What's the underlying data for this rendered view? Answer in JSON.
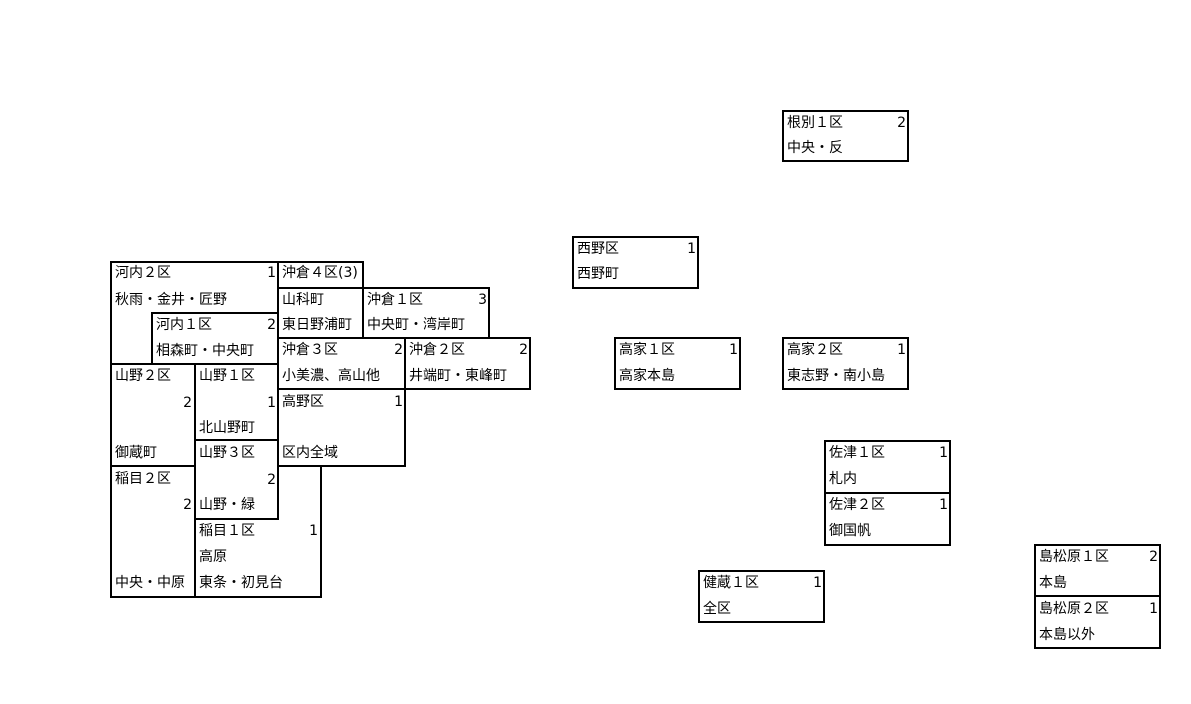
{
  "districts": {
    "kawachi2": {
      "name": "河内２区",
      "seats": "1",
      "area": "秋雨・金井・匠野"
    },
    "kawachi1": {
      "name": "河内１区",
      "seats": "2",
      "area": "相森町・中央町"
    },
    "okikura4": {
      "name": "沖倉４区(3)",
      "area1": "山科町",
      "area2": "東日野浦町"
    },
    "okikura1": {
      "name": "沖倉１区",
      "seats": "3",
      "area": "中央町・湾岸町"
    },
    "okikura3": {
      "name": "沖倉３区",
      "seats": "2",
      "area": "小美濃、高山他"
    },
    "okikura2": {
      "name": "沖倉２区",
      "seats": "2",
      "area": "井端町・東峰町"
    },
    "yamano2": {
      "name": "山野２区",
      "seats": "2",
      "area": "御蔵町"
    },
    "yamano1": {
      "name": "山野１区",
      "seats": "1",
      "area": "北山野町"
    },
    "takano": {
      "name": "高野区",
      "seats": "1",
      "area": "区内全域"
    },
    "yamano3": {
      "name": "山野３区",
      "seats": "2",
      "area": "山野・緑"
    },
    "inaboku2": {
      "name": "稲目２区",
      "seats": "2",
      "area": "中央・中原"
    },
    "inaboku1": {
      "name": "稲目１区",
      "seats": "1",
      "area1": "高原",
      "area2": "東条・初見台"
    },
    "nishino": {
      "name": "西野区",
      "seats": "1",
      "area": "西野町"
    },
    "konbetsu1": {
      "name": "根別１区",
      "seats": "2",
      "area": "中央・反"
    },
    "takaie1": {
      "name": "高家１区",
      "seats": "1",
      "area": "高家本島"
    },
    "takaie2": {
      "name": "高家２区",
      "seats": "1",
      "area": "東志野・南小島"
    },
    "satsu1": {
      "name": "佐津１区",
      "seats": "1",
      "area": "札内"
    },
    "satsu2": {
      "name": "佐津２区",
      "seats": "1",
      "area": "御国帆"
    },
    "kenzo1": {
      "name": "健蔵１区",
      "seats": "1",
      "area": "全区"
    },
    "shimamatsubara1": {
      "name": "島松原１区",
      "seats": "2",
      "area": "本島"
    },
    "shimamatsubara2": {
      "name": "島松原２区",
      "seats": "1",
      "area": "本島以外"
    }
  }
}
